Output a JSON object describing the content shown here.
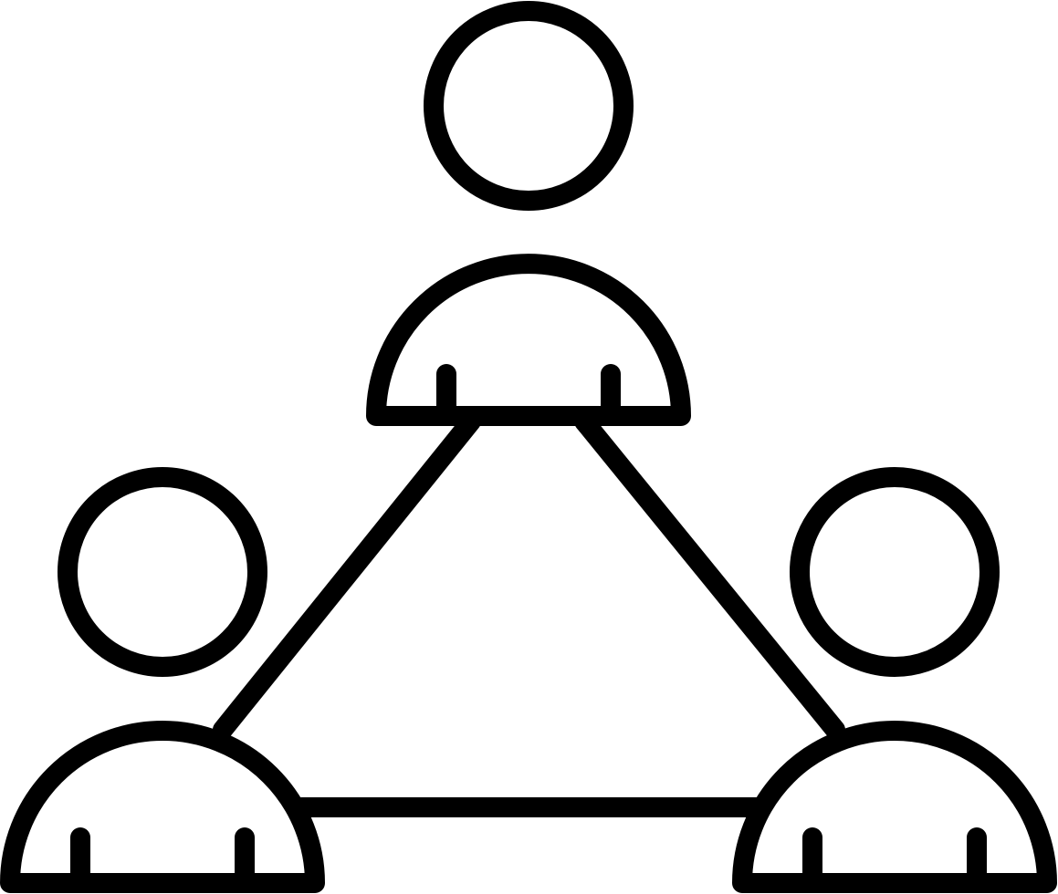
{
  "icon": {
    "name": "team-network-icon",
    "description_label": "",
    "colors": {
      "stroke": "#000000",
      "background": "#ffffff"
    },
    "people_count": 3,
    "connections": [
      "top-left",
      "left-right",
      "top-right"
    ]
  }
}
